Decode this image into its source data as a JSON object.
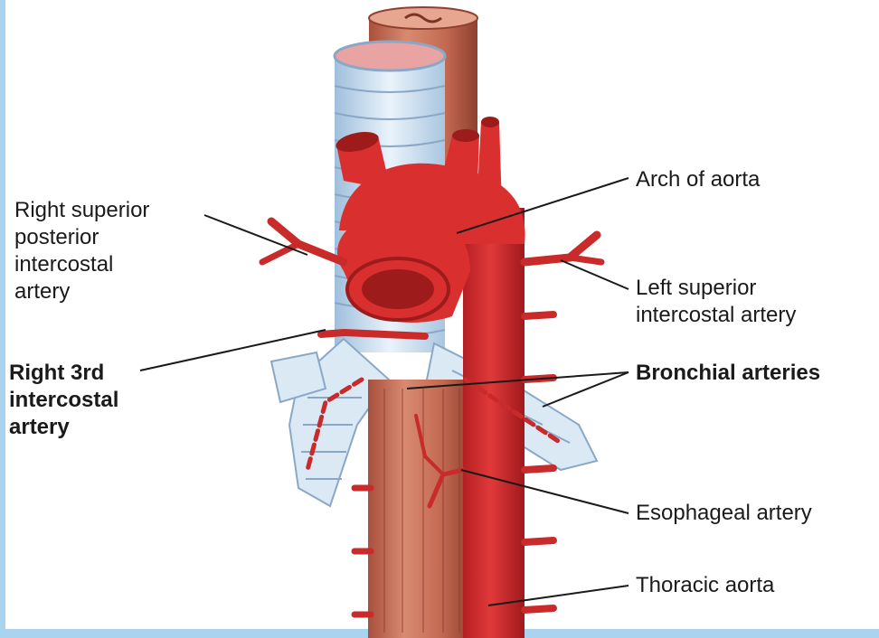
{
  "labels": {
    "arch_of_aorta": "Arch of aorta",
    "right_superior_posterior_intercostal": "Right superior\nposterior\nintercostal\nartery",
    "left_superior_intercostal": "Left superior\nintercostal artery",
    "right_3rd_intercostal": "Right 3rd\nintercostal\nartery",
    "bronchial_arteries": "Bronchial arteries",
    "esophageal_artery": "Esophageal artery",
    "thoracic_aorta": "Thoracic aorta"
  },
  "colors": {
    "background": "#a9d3ef",
    "panel": "#ffffff",
    "artery_red": "#d9302f",
    "artery_dark": "#9e1b1b",
    "esophagus": "#c46a52",
    "trachea": "#cfe2f2"
  }
}
